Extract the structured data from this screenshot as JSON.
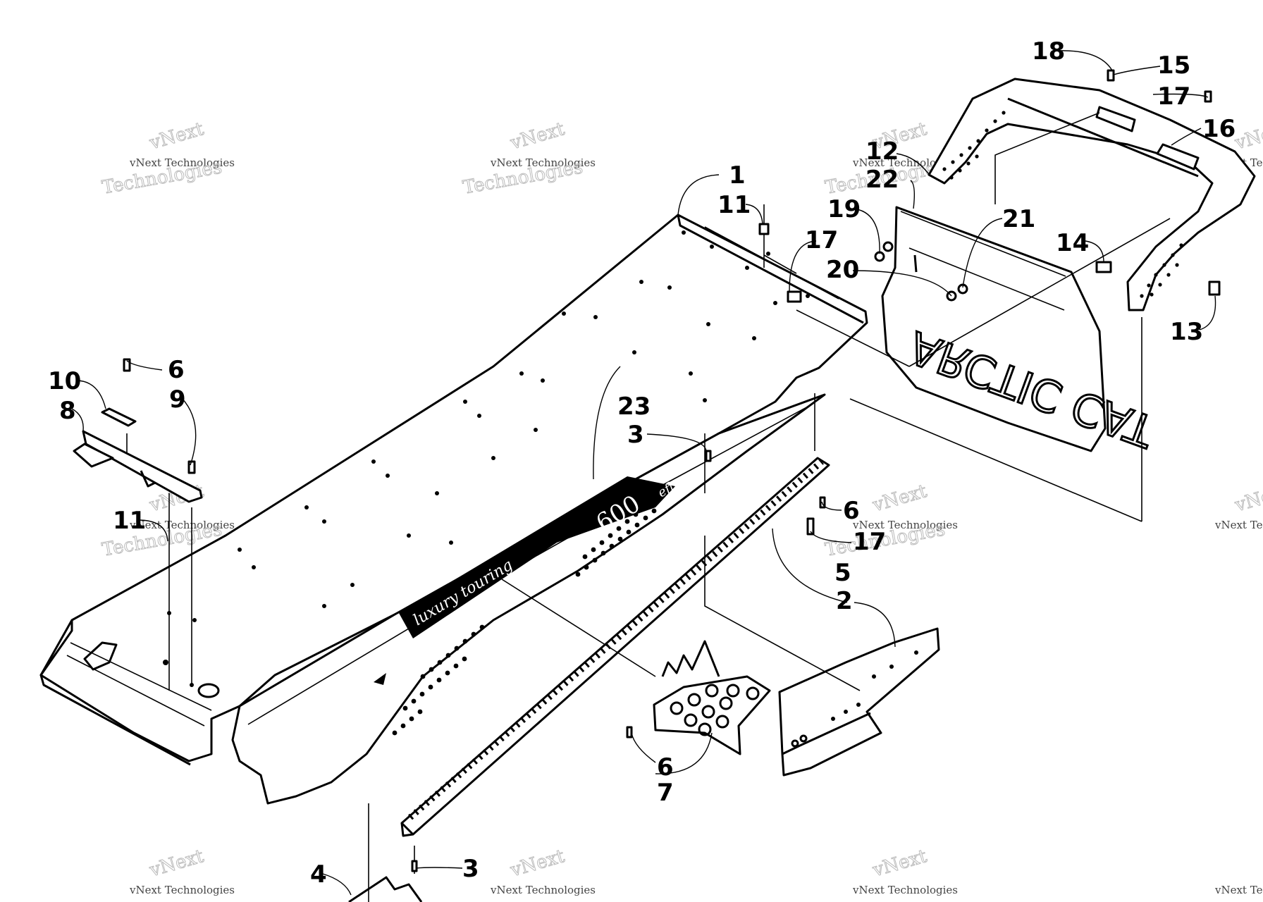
{
  "callouts": [
    {
      "id": "c1",
      "text": "1"
    },
    {
      "id": "c2",
      "text": "2"
    },
    {
      "id": "c3a",
      "text": "3"
    },
    {
      "id": "c3b",
      "text": "3"
    },
    {
      "id": "c4",
      "text": "4"
    },
    {
      "id": "c5",
      "text": "5"
    },
    {
      "id": "c6a",
      "text": "6"
    },
    {
      "id": "c6b",
      "text": "6"
    },
    {
      "id": "c6c",
      "text": "6"
    },
    {
      "id": "c7",
      "text": "7"
    },
    {
      "id": "c8",
      "text": "8"
    },
    {
      "id": "c9",
      "text": "9"
    },
    {
      "id": "c10",
      "text": "10"
    },
    {
      "id": "c11a",
      "text": "11"
    },
    {
      "id": "c11b",
      "text": "11"
    },
    {
      "id": "c12",
      "text": "12"
    },
    {
      "id": "c13",
      "text": "13"
    },
    {
      "id": "c14",
      "text": "14"
    },
    {
      "id": "c15",
      "text": "15"
    },
    {
      "id": "c16",
      "text": "16"
    },
    {
      "id": "c17a",
      "text": "17"
    },
    {
      "id": "c17b",
      "text": "17"
    },
    {
      "id": "c17c",
      "text": "17"
    },
    {
      "id": "c18",
      "text": "18"
    },
    {
      "id": "c19",
      "text": "19"
    },
    {
      "id": "c20",
      "text": "20"
    },
    {
      "id": "c21",
      "text": "21"
    },
    {
      "id": "c22",
      "text": "22"
    },
    {
      "id": "c23",
      "text": "23"
    }
  ],
  "decal": {
    "script": "luxury touring",
    "model": "600",
    "suffix": "efi"
  },
  "snowflap": {
    "brand": "ARCTIC CAT"
  },
  "watermark": {
    "line1": "vNext Technologies",
    "line2": "vNext",
    "line3": "Technologies"
  }
}
